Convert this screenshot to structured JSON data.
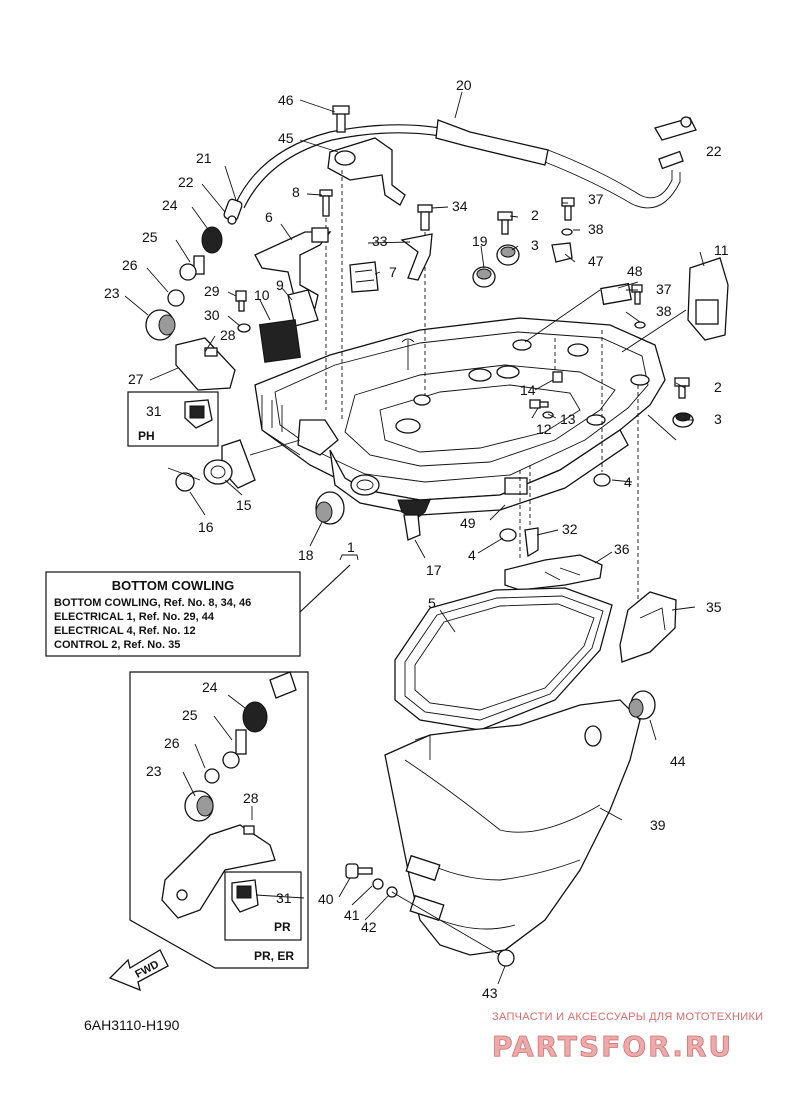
{
  "callouts": [
    {
      "id": "46",
      "label": "46"
    },
    {
      "id": "20",
      "label": "20"
    },
    {
      "id": "45",
      "label": "45"
    },
    {
      "id": "21",
      "label": "21"
    },
    {
      "id": "22a",
      "label": "22"
    },
    {
      "id": "22b",
      "label": "22"
    },
    {
      "id": "8",
      "label": "8"
    },
    {
      "id": "34",
      "label": "34"
    },
    {
      "id": "37a",
      "label": "37"
    },
    {
      "id": "2a",
      "label": "2"
    },
    {
      "id": "24a",
      "label": "24"
    },
    {
      "id": "6",
      "label": "6"
    },
    {
      "id": "38a",
      "label": "38"
    },
    {
      "id": "33",
      "label": "33"
    },
    {
      "id": "19",
      "label": "19"
    },
    {
      "id": "3a",
      "label": "3"
    },
    {
      "id": "11",
      "label": "11"
    },
    {
      "id": "25a",
      "label": "25"
    },
    {
      "id": "7",
      "label": "7"
    },
    {
      "id": "47",
      "label": "47"
    },
    {
      "id": "48",
      "label": "48"
    },
    {
      "id": "26a",
      "label": "26"
    },
    {
      "id": "9",
      "label": "9"
    },
    {
      "id": "37b",
      "label": "37"
    },
    {
      "id": "23a",
      "label": "23"
    },
    {
      "id": "29",
      "label": "29"
    },
    {
      "id": "10",
      "label": "10"
    },
    {
      "id": "30",
      "label": "30"
    },
    {
      "id": "38b",
      "label": "38"
    },
    {
      "id": "28a",
      "label": "28"
    },
    {
      "id": "2b",
      "label": "2"
    },
    {
      "id": "27",
      "label": "27"
    },
    {
      "id": "14",
      "label": "14"
    },
    {
      "id": "13",
      "label": "13"
    },
    {
      "id": "3b",
      "label": "3"
    },
    {
      "id": "31a",
      "label": "31"
    },
    {
      "id": "12",
      "label": "12"
    },
    {
      "id": "4a",
      "label": "4"
    },
    {
      "id": "15",
      "label": "15"
    },
    {
      "id": "16",
      "label": "16"
    },
    {
      "id": "49",
      "label": "49"
    },
    {
      "id": "32",
      "label": "32"
    },
    {
      "id": "1",
      "label": "1"
    },
    {
      "id": "18",
      "label": "18"
    },
    {
      "id": "4b",
      "label": "4"
    },
    {
      "id": "36",
      "label": "36"
    },
    {
      "id": "17",
      "label": "17"
    },
    {
      "id": "5",
      "label": "5"
    },
    {
      "id": "35",
      "label": "35"
    },
    {
      "id": "24b",
      "label": "24"
    },
    {
      "id": "25b",
      "label": "25"
    },
    {
      "id": "44",
      "label": "44"
    },
    {
      "id": "26b",
      "label": "26"
    },
    {
      "id": "23b",
      "label": "23"
    },
    {
      "id": "28b",
      "label": "28"
    },
    {
      "id": "39",
      "label": "39"
    },
    {
      "id": "31b",
      "label": "31"
    },
    {
      "id": "40",
      "label": "40"
    },
    {
      "id": "41",
      "label": "41"
    },
    {
      "id": "42",
      "label": "42"
    },
    {
      "id": "43",
      "label": "43"
    }
  ],
  "inset_labels": {
    "ph": "PH",
    "pr": "PR",
    "pr_er": "PR, ER"
  },
  "note_box": {
    "title": "BOTTOM COWLING",
    "lines": [
      "BOTTOM COWLING,  Ref. No. 8, 34, 46",
      "ELECTRICAL 1,  Ref. No. 29, 44",
      "ELECTRICAL 4,  Ref. No. 12",
      "CONTROL 2,  Ref. No. 35"
    ]
  },
  "fwd_label": "FWD",
  "diagram_code": "6AH3110-H190",
  "watermark": {
    "tagline": "ЗАПЧАСТИ И АКСЕССУАРЫ ДЛЯ МОТОТЕХНИКИ",
    "brand": "PARTSFOR.RU"
  },
  "colors": {
    "line": "#111111",
    "watermark": "#e08a8a"
  }
}
